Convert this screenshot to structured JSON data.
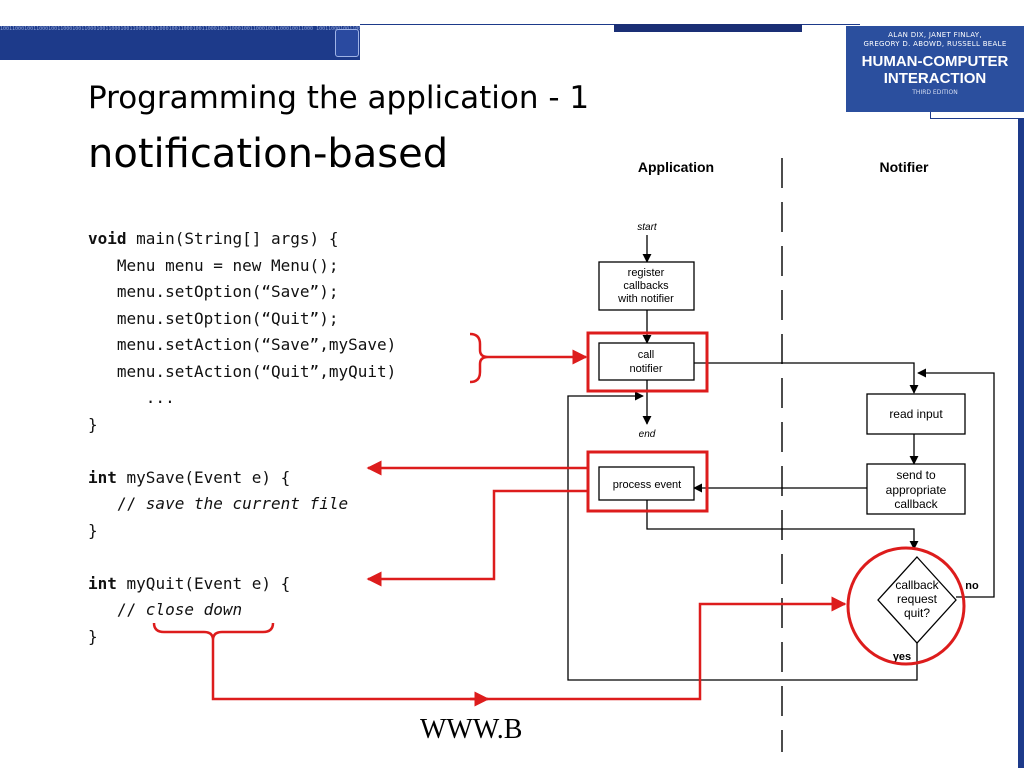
{
  "header": {
    "banner_bits": "10011000100110001001100010011000100110001001100010011000100110001001100010011000100110001001100010011000 1001100010011000100110001001100010011000100110001001100010011000100110001001100010011000",
    "book": {
      "authors_line1": "ALAN DIX, JANET FINLAY,",
      "authors_line2": "GREGORY D. ABOWD, RUSSELL BEALE",
      "title_line1": "HUMAN-COMPUTER",
      "title_line2": "INTERACTION",
      "edition": "THIRD EDITION"
    }
  },
  "slide": {
    "title": "Programming the application - 1",
    "subtitle": "notification-based",
    "footer": "WWW.B"
  },
  "code": {
    "main_kw": "void",
    "main_sig": " main(String[] args) {",
    "l1": "   Menu menu = new Menu();",
    "l2": "   menu.setOption(“Save”);",
    "l3": "   menu.setOption(“Quit”);",
    "l4": "   menu.setAction(“Save”,mySave)",
    "l5": "   menu.setAction(“Quit”,myQuit)",
    "l6": "      ...",
    "l7": "}",
    "save_kw": "int",
    "save_sig": " mySave(Event e) {",
    "save_comment_prefix": "   // ",
    "save_comment": "save the current file",
    "save_close": "}",
    "quit_kw": "int",
    "quit_sig": " myQuit(Event e) {",
    "quit_comment_prefix": "   // ",
    "quit_comment": "close down",
    "quit_close": "}"
  },
  "diagram": {
    "col_application": "Application",
    "col_notifier": "Notifier",
    "start": "start",
    "end": "end",
    "register": [
      "register",
      "callbacks",
      "with notifier"
    ],
    "call_notifier": [
      "call",
      "notifier"
    ],
    "process_event": "process event",
    "read_input": "read input",
    "send_callback": [
      "send to",
      "appropriate",
      "callback"
    ],
    "decision": [
      "callback",
      "request",
      "quit?"
    ],
    "no": "no",
    "yes": "yes"
  },
  "colors": {
    "accent_red": "#dd1c1c",
    "banner_blue": "#1d3a8a",
    "book_blue": "#2b4f9e"
  }
}
